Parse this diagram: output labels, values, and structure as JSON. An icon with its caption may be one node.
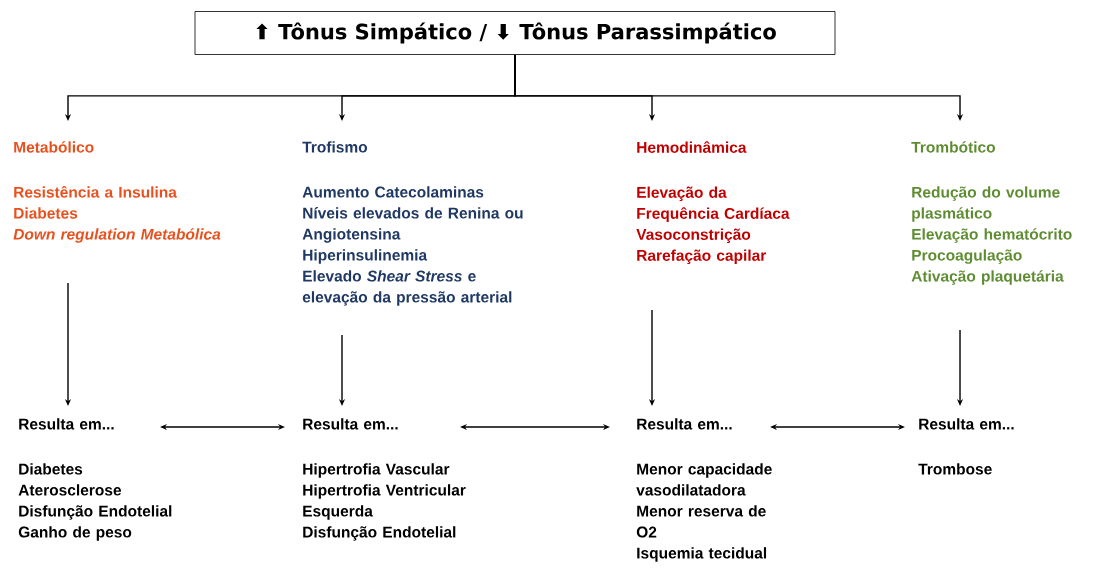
{
  "diagram": {
    "nodes": [
      {
        "text": [
          "⬆ Tônus Simpático / ⬇ Tônus Parassimpático"
        ]
      },
      {
        "text": [
          "Metabólico",
          "Resistência a Insulina",
          "Diabetes",
          "*Down regulation Metabólica*"
        ]
      },
      {
        "text": [
          "Trofismo",
          "Aumento Catecolaminas",
          "Níveis elevados de Renina ou Angiotensina",
          "Hiperinsulinemia",
          "Elevado *Shear Stress* e elevação da pressão arterial"
        ]
      },
      {
        "text": [
          "Hemodinâmica",
          "Elevação da Frequência Cardíaca",
          "Vasoconstrição",
          "Rarefação capilar"
        ]
      },
      {
        "text": [
          "Trombótico",
          "Redução do volume plasmático",
          "Elevação hematócrito",
          "Procoagulação",
          "Ativação plaquetária"
        ]
      },
      {
        "text": [
          "Resulta em...",
          "Diabetes",
          "Aterosclerose",
          "Disfunção Endotelial",
          "Ganho de peso"
        ]
      },
      {
        "text": [
          "Resulta em...",
          "Hipertrofia Vascular",
          "Hipertrofia Ventricular Esquerda",
          "Disfunção Endotelial"
        ]
      },
      {
        "text": [
          "Resulta em...",
          "Menor capacidade vasodilatadora",
          "Menor reserva de O2",
          "Isquemia tecidual"
        ]
      },
      {
        "text": [
          "Resulta em...",
          "Trombose"
        ]
      }
    ],
    "edges": [
      {
        "from": 0,
        "to": 1,
        "arrow": "to"
      },
      {
        "from": 0,
        "to": 2,
        "arrow": "to"
      },
      {
        "from": 0,
        "to": 3,
        "arrow": "to"
      },
      {
        "from": 0,
        "to": 4,
        "arrow": "to"
      },
      {
        "from": 1,
        "to": 5,
        "arrow": "to"
      },
      {
        "from": 2,
        "to": 6,
        "arrow": "to"
      },
      {
        "from": 3,
        "to": 7,
        "arrow": "to"
      },
      {
        "from": 4,
        "to": 8,
        "arrow": "to"
      },
      {
        "from": 5,
        "to": 6,
        "arrow": "both"
      },
      {
        "from": 6,
        "to": 7,
        "arrow": "both"
      },
      {
        "from": 7,
        "to": 8,
        "arrow": "both"
      }
    ]
  }
}
